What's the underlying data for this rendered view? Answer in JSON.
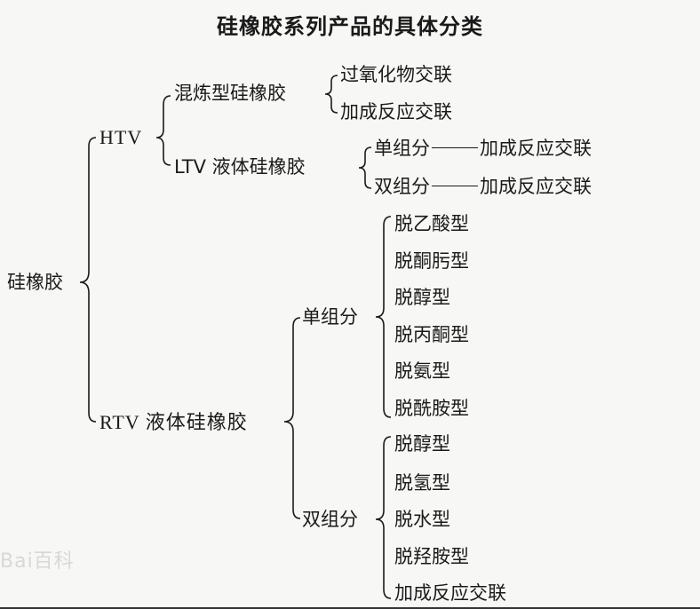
{
  "title": "硅橡胶系列产品的具体分类",
  "root": "硅橡胶",
  "htv": {
    "label": "HTV",
    "mixed": {
      "label": "混炼型硅橡胶",
      "items": [
        "过氧化物交联",
        "加成反应交联"
      ]
    },
    "ltv": {
      "label": "LTV 液体硅橡胶",
      "items": [
        {
          "component": "单组分",
          "cure": "加成反应交联"
        },
        {
          "component": "双组分",
          "cure": "加成反应交联"
        }
      ]
    }
  },
  "rtv": {
    "label": "RTV 液体硅橡胶",
    "single": {
      "label": "单组分",
      "items": [
        "脱乙酸型",
        "脱酮肟型",
        "脱醇型",
        "脱丙酮型",
        "脱氨型",
        "脱酰胺型"
      ]
    },
    "double": {
      "label": "双组分",
      "items": [
        "脱醇型",
        "脱氢型",
        "脱水型",
        "脱羟胺型",
        "加成反应交联"
      ]
    }
  },
  "watermark": "Bai百科"
}
